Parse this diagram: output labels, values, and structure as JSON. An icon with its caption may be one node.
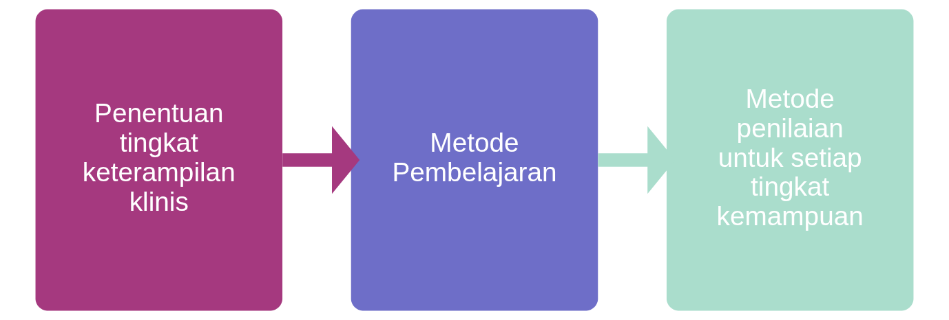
{
  "diagram": {
    "nodes": [
      {
        "text": [
          "Penentuan tingkat keterampilan klinis"
        ]
      },
      {
        "text": [
          "Metode Pembelajaran"
        ]
      },
      {
        "text": [
          "Metode penilaian untuk setiap tingkat kemampuan"
        ]
      }
    ],
    "edges": [
      {
        "from": 0,
        "to": 1,
        "arrow": "to",
        "color": "#a5397f"
      },
      {
        "from": 1,
        "to": 2,
        "arrow": "to",
        "color": "#aaddcc"
      }
    ]
  }
}
